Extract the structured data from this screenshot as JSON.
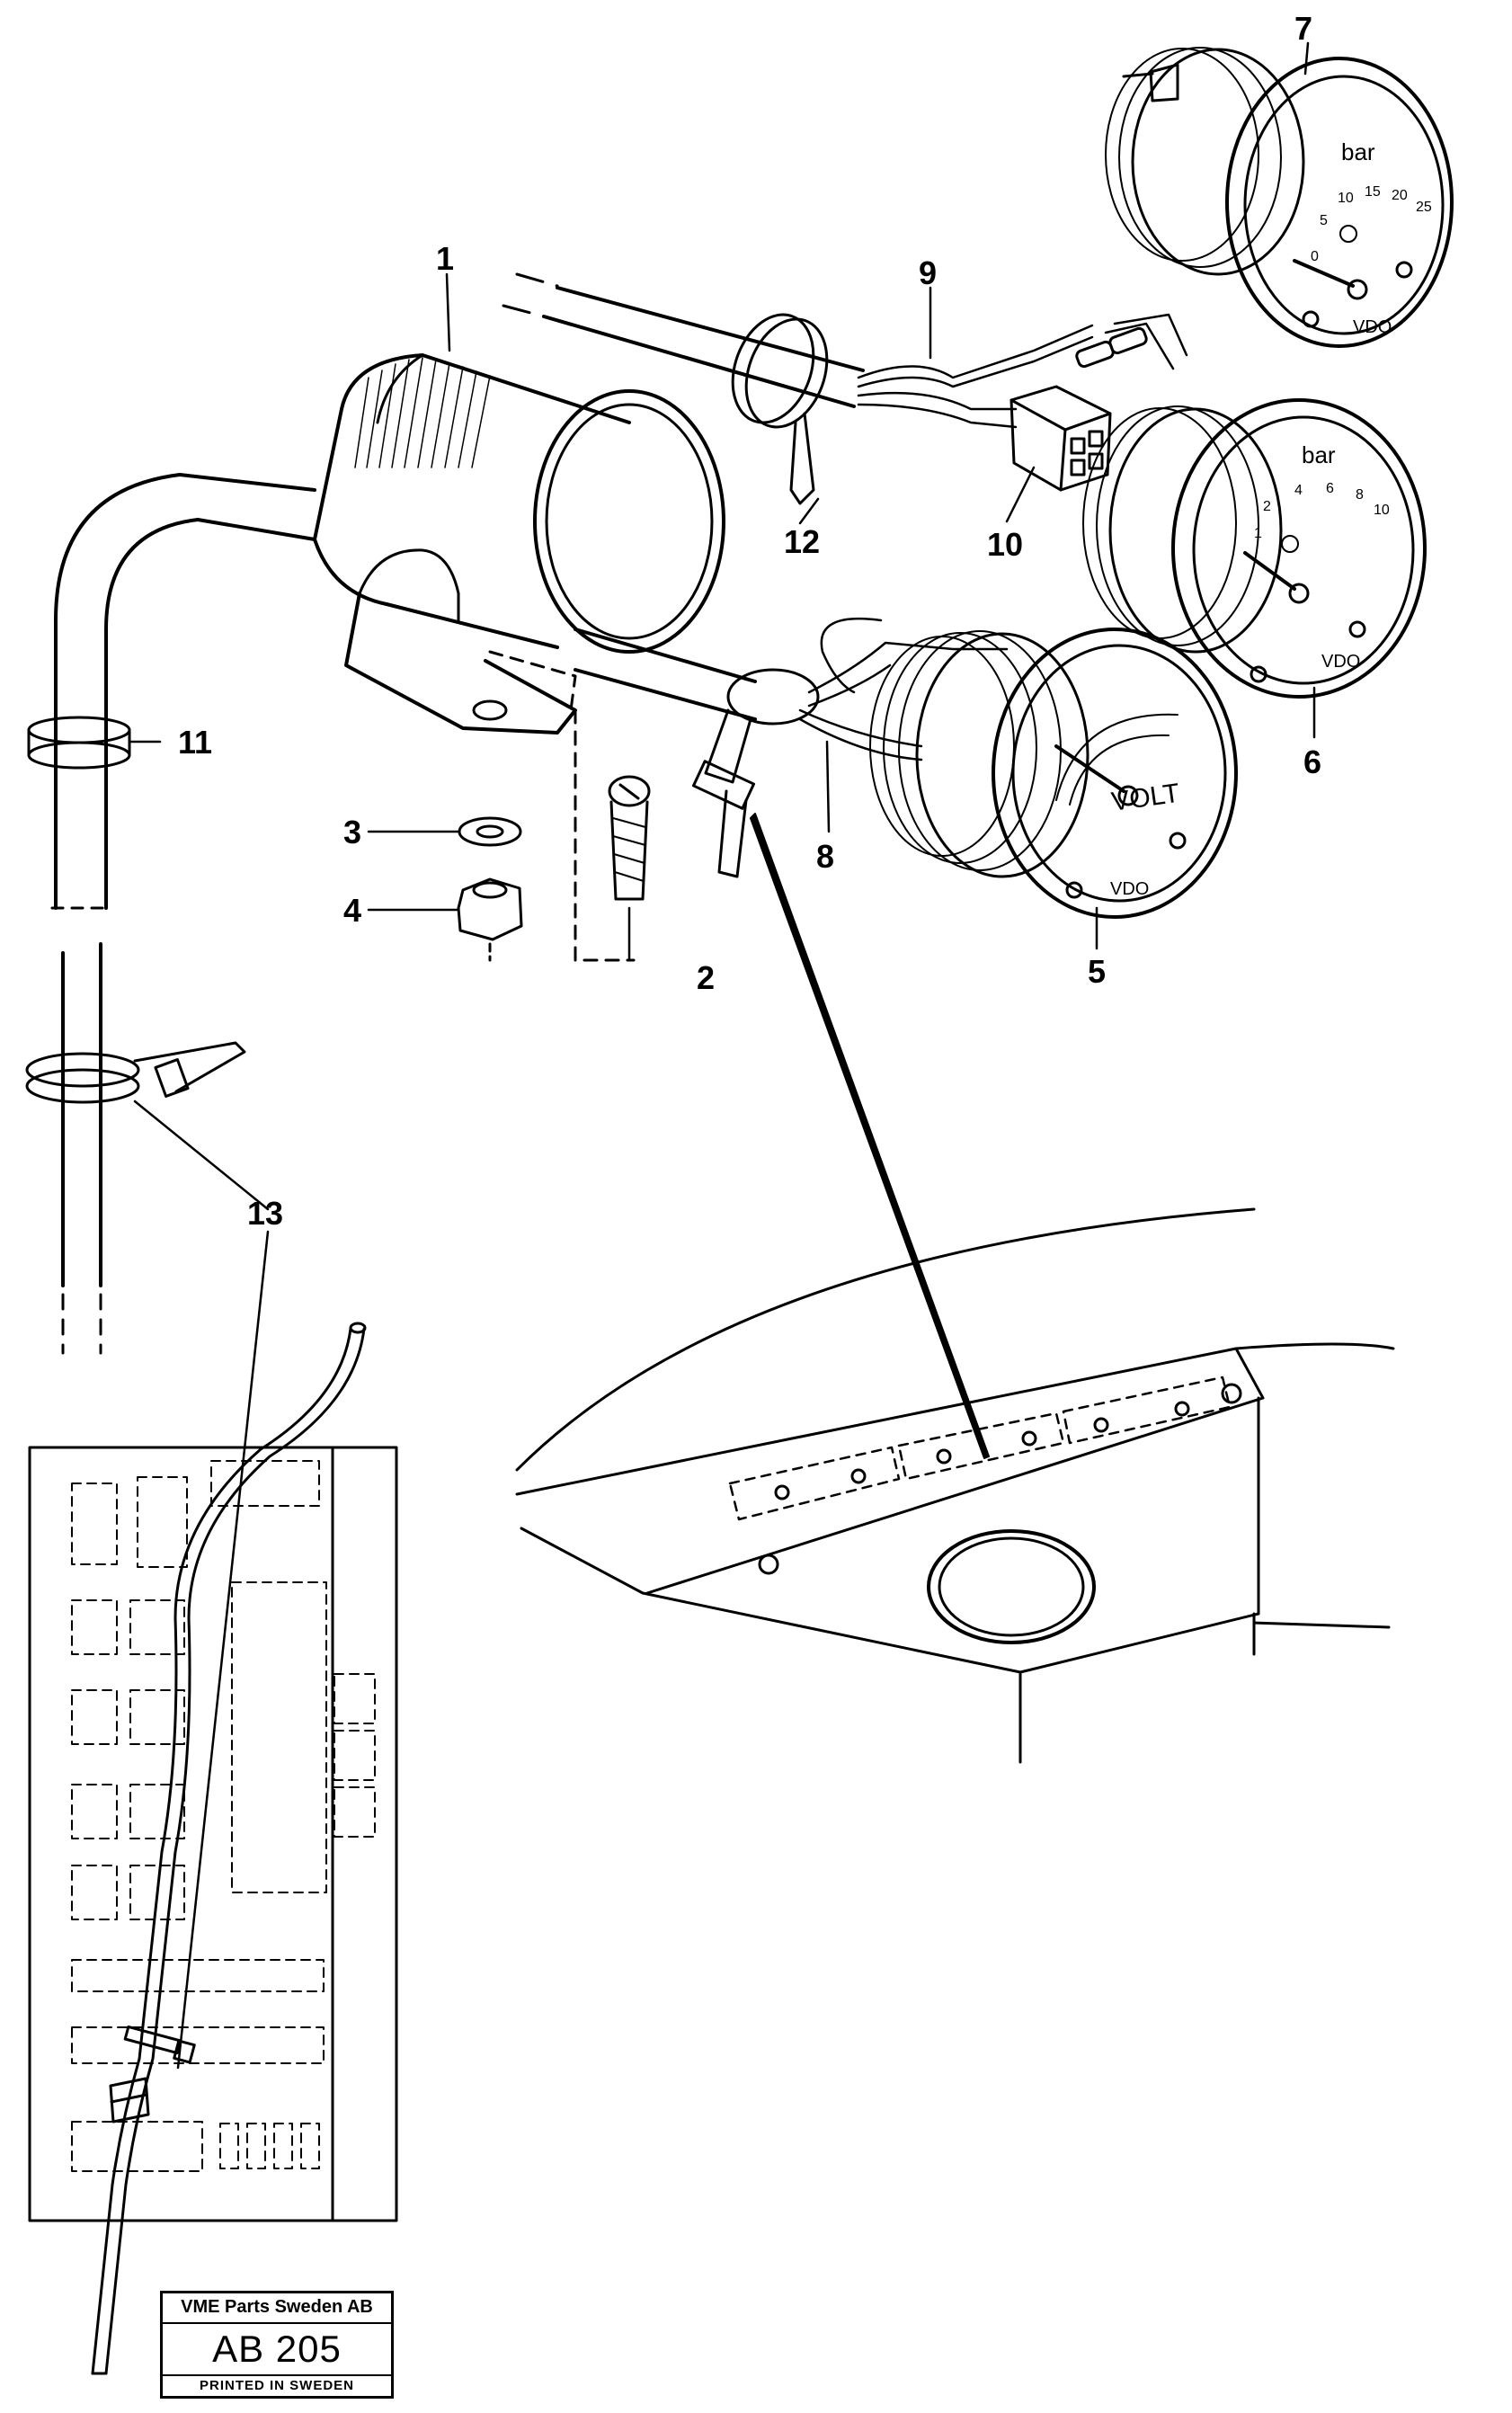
{
  "callouts": [
    "1",
    "2",
    "3",
    "4",
    "5",
    "6",
    "7",
    "8",
    "9",
    "10",
    "11",
    "12",
    "13"
  ],
  "gauges": {
    "voltmeter": {
      "scale_label": "VOLT",
      "brand": "VDO"
    },
    "pressure_low": {
      "unit": "bar",
      "brand": "VDO",
      "ticks": [
        "1",
        "2",
        "4",
        "6",
        "8",
        "10"
      ]
    },
    "pressure_high": {
      "unit": "bar",
      "brand": "VDO",
      "ticks": [
        "0",
        "5",
        "10",
        "15",
        "20",
        "25"
      ]
    }
  },
  "stamp": {
    "company": "VME Parts Sweden AB",
    "code": "AB 205",
    "printed": "PRINTED IN SWEDEN"
  }
}
